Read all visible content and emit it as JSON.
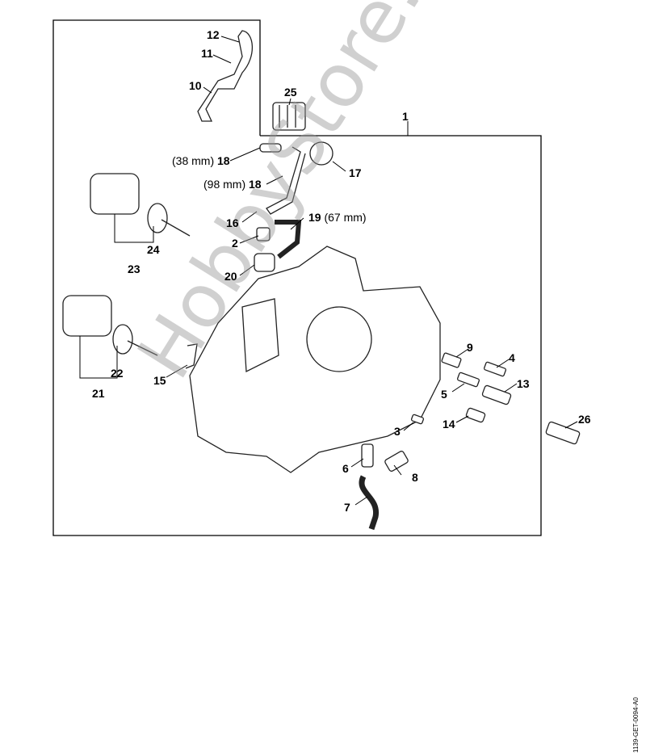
{
  "diagram": {
    "callouts": [
      {
        "num": "1"
      },
      {
        "num": "2"
      },
      {
        "num": "3"
      },
      {
        "num": "4"
      },
      {
        "num": "5"
      },
      {
        "num": "6"
      },
      {
        "num": "7"
      },
      {
        "num": "8"
      },
      {
        "num": "9"
      },
      {
        "num": "10"
      },
      {
        "num": "11"
      },
      {
        "num": "12"
      },
      {
        "num": "13"
      },
      {
        "num": "14"
      },
      {
        "num": "15"
      },
      {
        "num": "16"
      },
      {
        "num": "17"
      },
      {
        "num": "18",
        "note": "(38 mm)"
      },
      {
        "num": "18",
        "note": "(98 mm)"
      },
      {
        "num": "19",
        "note": "(67 mm)"
      },
      {
        "num": "20"
      },
      {
        "num": "21"
      },
      {
        "num": "22"
      },
      {
        "num": "23"
      },
      {
        "num": "24"
      },
      {
        "num": "25"
      },
      {
        "num": "26"
      }
    ],
    "watermark": "HobbyStore.it",
    "drawing_code": "1139-GET-0094-A0"
  }
}
